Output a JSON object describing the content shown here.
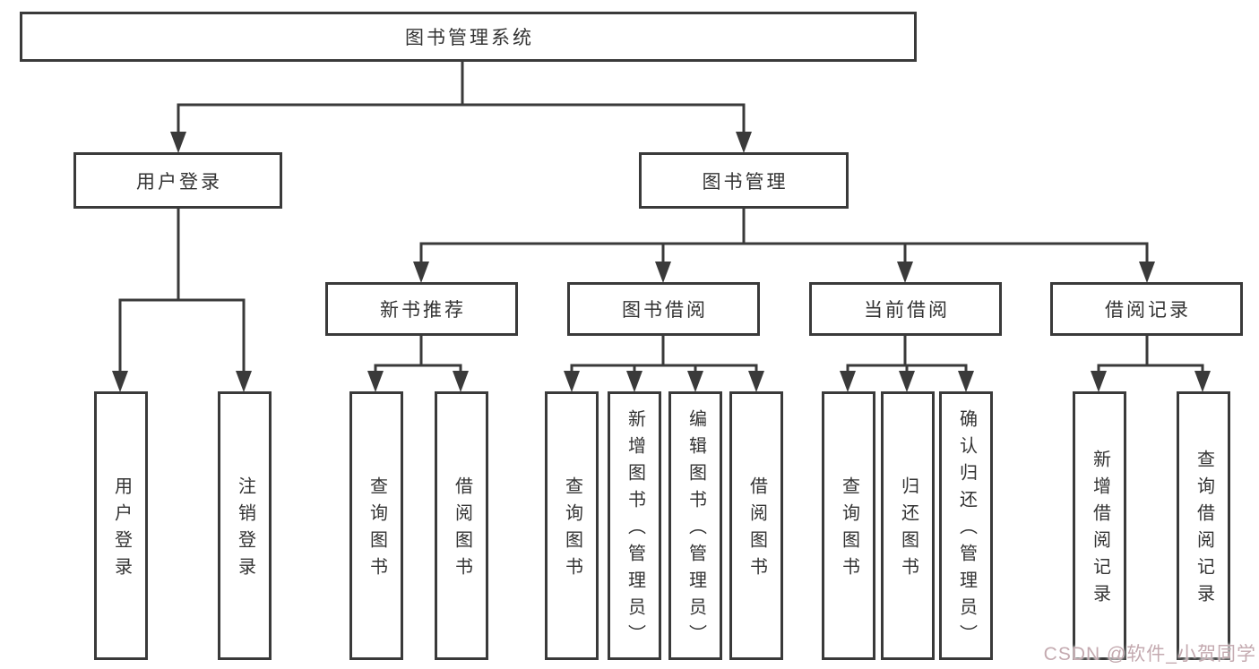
{
  "diagram": {
    "root": {
      "label": "图书管理系统"
    },
    "level2": [
      {
        "label": "用户登录"
      },
      {
        "label": "图书管理"
      }
    ],
    "level3": [
      {
        "label": "新书推荐"
      },
      {
        "label": "图书借阅"
      },
      {
        "label": "当前借阅"
      },
      {
        "label": "借阅记录"
      }
    ],
    "leaves": {
      "user_login": [
        "用户登录",
        "注销登录"
      ],
      "new_books": [
        "查询图书",
        "借阅图书"
      ],
      "book_borrow": [
        "查询图书",
        "新增图书（管理员）",
        "编辑图书（管理员）",
        "借阅图书"
      ],
      "current_borrow": [
        "查询图书",
        "归还图书",
        "确认归还（管理员）"
      ],
      "borrow_records": [
        "新增借阅记录",
        "查询借阅记录"
      ]
    }
  },
  "watermark": {
    "text": "CSDN @软件_小贺同学",
    "color": "#c4aab0"
  },
  "colors": {
    "line": "#3a3a3a",
    "text": "#333333",
    "background": "#ffffff"
  }
}
